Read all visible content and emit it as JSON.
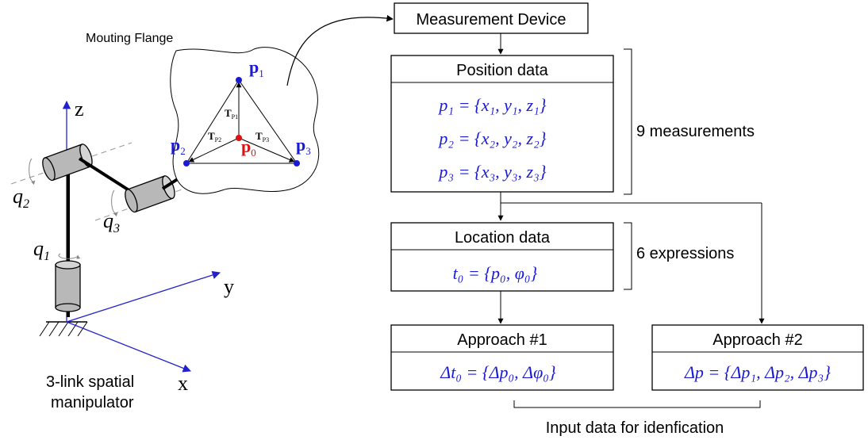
{
  "left_figure": {
    "flange_label": "Mouting Flange",
    "points": {
      "p1": "p",
      "p1_sub": "1",
      "p2": "p",
      "p2_sub": "2",
      "p3": "p",
      "p3_sub": "3",
      "p0": "p",
      "p0_sub": "0"
    },
    "transforms": {
      "t1": "T",
      "t1_sub": "P1",
      "t2": "T",
      "t2_sub": "P2",
      "t3": "T",
      "t3_sub": "P3"
    },
    "axes": {
      "z": "z",
      "y": "y",
      "x": "x"
    },
    "joints": {
      "q1": "q",
      "q1_sub": "1",
      "q2": "q",
      "q2_sub": "2",
      "q3": "q",
      "q3_sub": "3"
    },
    "caption_line1": "3-link spatial",
    "caption_line2": "manipulator"
  },
  "flow": {
    "measurement_device": "Measurement Device",
    "position_data": {
      "title": "Position data",
      "eq1": "p₁ = {x₁, y₁, z₁}",
      "eq2": "p₂ = {x₂, y₂, z₂}",
      "eq3": "p₃ = {x₃, y₃, z₃}"
    },
    "measurements_label": "9 measurements",
    "location_data": {
      "title": "Location data",
      "eq": "t₀ = {p₀, φ₀}"
    },
    "expressions_label": "6 expressions",
    "approach1": {
      "title": "Approach #1",
      "eq": "Δt₀ = {Δp₀, Δφ₀}"
    },
    "approach2": {
      "title": "Approach #2",
      "eq": "Δp = {Δp₁, Δp₂, Δp₃}"
    },
    "input_label": "Input data for idenfication"
  },
  "colors": {
    "equation": "#1a1ad6",
    "p0": "#e01010",
    "axis": "#2222cc"
  }
}
